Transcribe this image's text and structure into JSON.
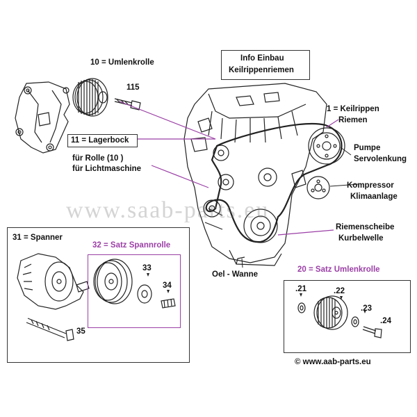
{
  "title": {
    "line1": "Info Einbau",
    "line2": "Keilrippenriemen"
  },
  "labels": {
    "umlenkrolle": "10 = Umlenkrolle",
    "bolt_115": "115",
    "lagerbock": "11 = Lagerbock",
    "rolle_line1": "für  Rolle (10 )",
    "rolle_line2": "für Lichtmaschine",
    "keilrippen_line1": "1 = Keilrippen",
    "keilrippen_line2": "Riemen",
    "pumpe_line1": "Pumpe",
    "pumpe_line2": "Servolenkung",
    "kompressor_line1": "Kompressor",
    "kompressor_line2": "Klimaanlage",
    "riemenscheibe_line1": "Riemenscheibe",
    "riemenscheibe_line2": "Kurbelwelle",
    "oelwanne": "Oel - Wanne",
    "satz_umlenkrolle": "20 = Satz Umlenkrolle",
    "spanner": "31 = Spanner",
    "satz_spannrolle": "32 = Satz Spannrolle",
    "n33": "33",
    "n34": "34",
    "n35": "35",
    "n21": ".21",
    "n22": ".22",
    "n23": ".23",
    "n24": ".24",
    "copyright": "© www.aab-parts.eu"
  },
  "watermark": "www.saab-parts.eu",
  "colors": {
    "accent_purple": "#9b3fa6",
    "line": "#222222"
  }
}
